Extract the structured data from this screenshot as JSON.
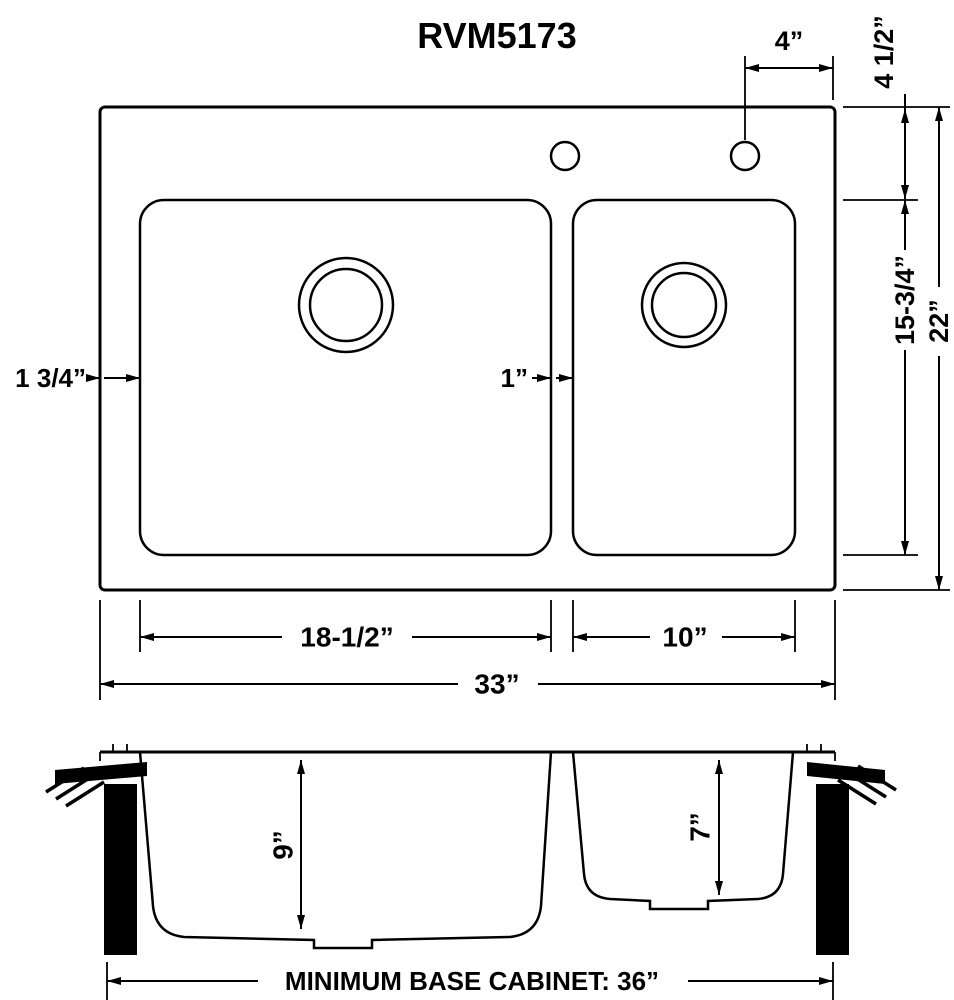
{
  "title": "RVM5173",
  "colors": {
    "line": "#000000",
    "background": "#ffffff"
  },
  "top_view": {
    "dim_faucet_to_edge": "4”",
    "dim_rim_to_bowl": "4 1/2”",
    "dim_bowl_front_to_back": "15-3/4”",
    "dim_overall_front_to_back": "22”",
    "dim_left_margin": "1 3/4”",
    "dim_divider": "1”",
    "dim_left_bowl_width": "18-1/2”",
    "dim_right_bowl_width": "10”",
    "dim_overall_width": "33”"
  },
  "side_view": {
    "dim_left_bowl_depth": "9”",
    "dim_right_bowl_depth": "7”",
    "dim_base_cabinet": "MINIMUM BASE CABINET: 36”"
  }
}
